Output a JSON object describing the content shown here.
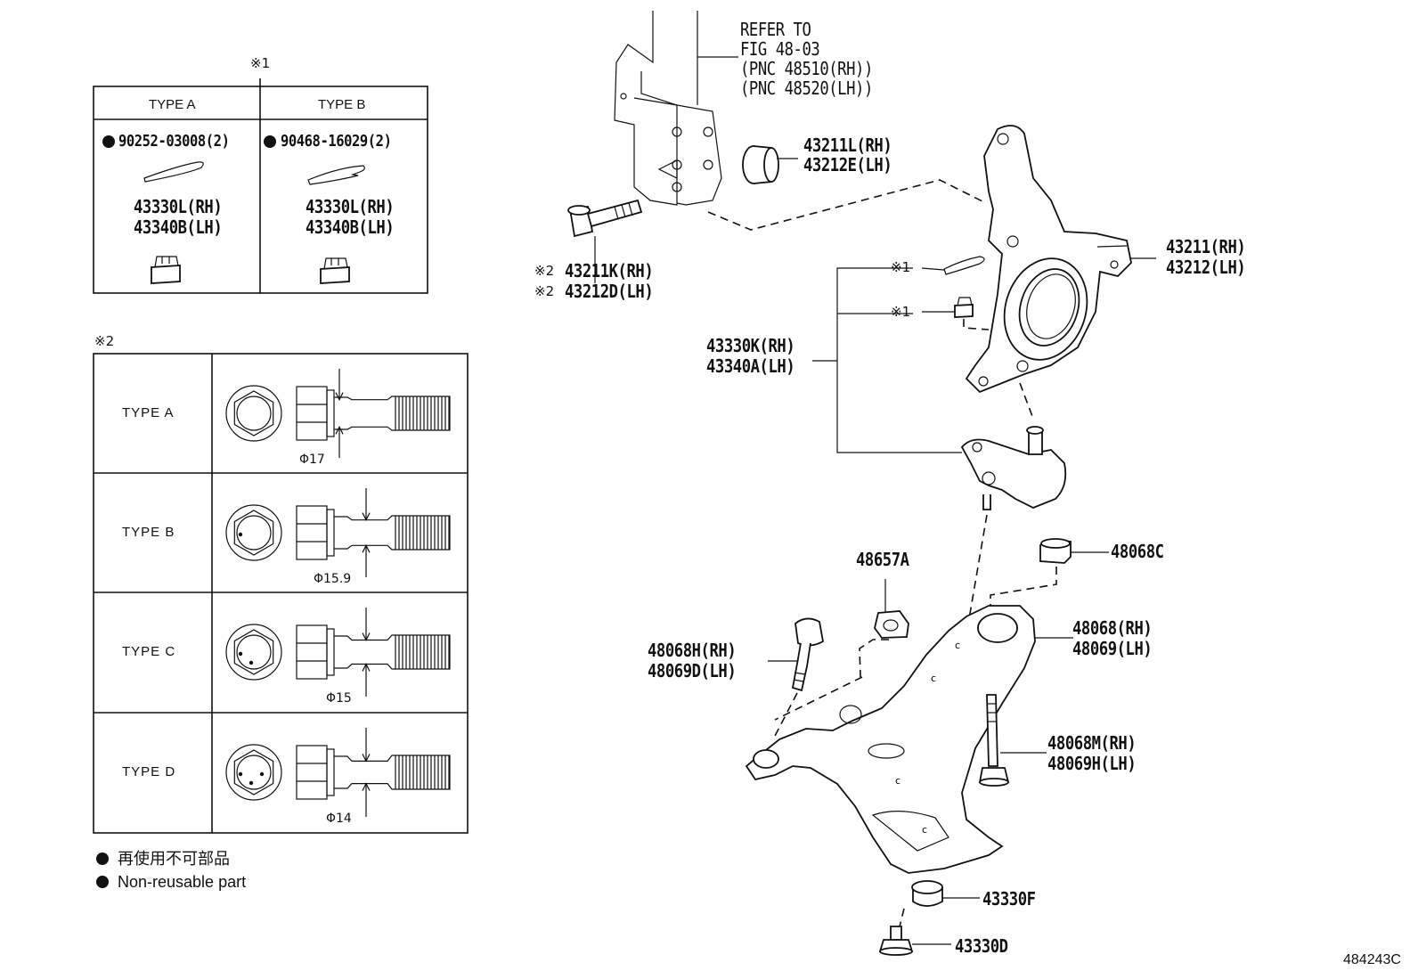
{
  "refer": {
    "line1": "REFER TO",
    "line2": "FIG 48-03",
    "line3": "(PNC 48510(RH))",
    "line4": "(PNC 48520(LH))"
  },
  "table1": {
    "mark": "※1",
    "col_a": "TYPE A",
    "col_b": "TYPE B",
    "a_pin": "90252-03008(2)",
    "b_pin": "90468-16029(2)",
    "a_nut_rh": "43330L(RH)",
    "a_nut_lh": "43340B(LH)",
    "b_nut_rh": "43330L(RH)",
    "b_nut_lh": "43340B(LH)"
  },
  "table2": {
    "mark": "※2",
    "rows": [
      {
        "type": "TYPE  A",
        "dia": "Φ17"
      },
      {
        "type": "TYPE  B",
        "dia": "Φ15.9"
      },
      {
        "type": "TYPE  C",
        "dia": "Φ15"
      },
      {
        "type": "TYPE  D",
        "dia": "Φ14"
      }
    ]
  },
  "legend": {
    "jp": "再使用不可部品",
    "en": "Non-reusable part"
  },
  "labels": {
    "bushing_rh": "43211L(RH)",
    "bushing_lh": "43212E(LH)",
    "bolt_mark": "※2",
    "bolt_rh": "43211K(RH)",
    "bolt_lh": "43212D(LH)",
    "knuckle_rh": "43211(RH)",
    "knuckle_lh": "43212(LH)",
    "callout_mark_1": "※1",
    "callout_mark_2": "※1",
    "balljoint_rh": "43330K(RH)",
    "balljoint_lh": "43340A(LH)",
    "p48657a": "48657A",
    "p48068c": "48068C",
    "front_bolt_rh": "48068H(RH)",
    "front_bolt_lh": "48069D(LH)",
    "arm_rh": "48068(RH)",
    "arm_lh": "48069(LH)",
    "rear_bolt_rh": "48068M(RH)",
    "rear_bolt_lh": "48069H(LH)",
    "p43330f": "43330F",
    "p43330d": "43330D"
  },
  "figure_id": "484243C"
}
